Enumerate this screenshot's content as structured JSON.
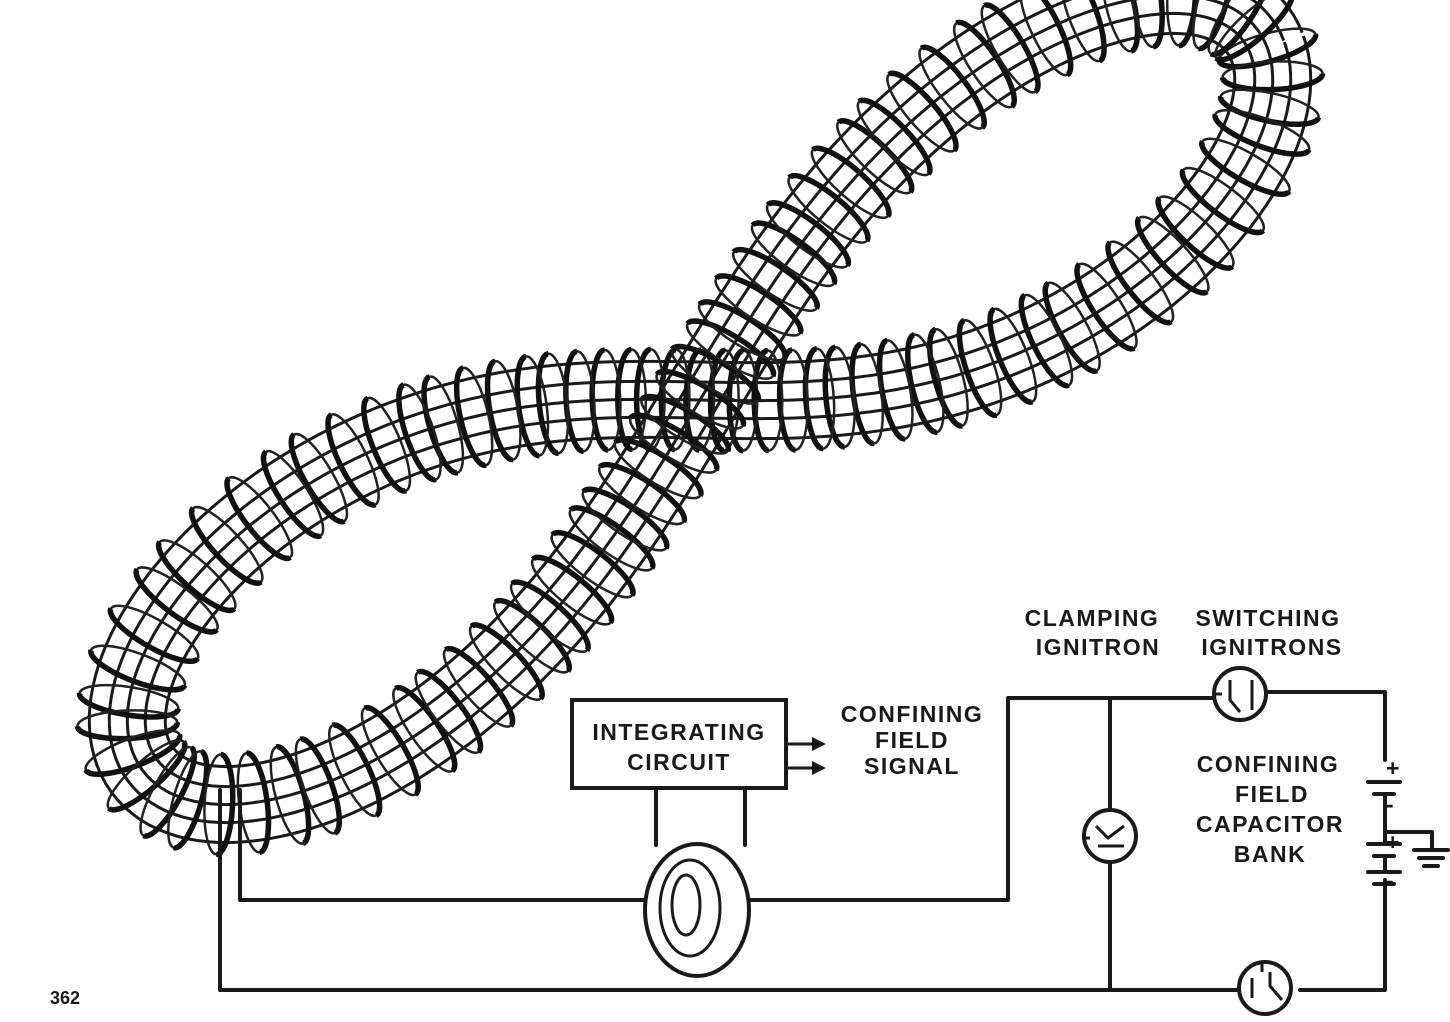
{
  "labels": {
    "integrating_line1": "INTEGRATING",
    "integrating_line2": "CIRCUIT",
    "signal_line1": "CONFINING",
    "signal_line2": "FIELD",
    "signal_line3": "SIGNAL",
    "clamping_line1": "CLAMPING",
    "clamping_line2": "IGNITRON",
    "switching_line1": "SWITCHING",
    "switching_line2": "IGNITRONS",
    "bank_line1": "CONFINING",
    "bank_line2": "FIELD",
    "bank_line3": "CAPACITOR",
    "bank_line4": "BANK",
    "page_number": "362"
  },
  "polarity": {
    "plus": "+",
    "minus": "-"
  },
  "colors": {
    "ink": "#1a1a1a",
    "paper": "#ffffff"
  }
}
